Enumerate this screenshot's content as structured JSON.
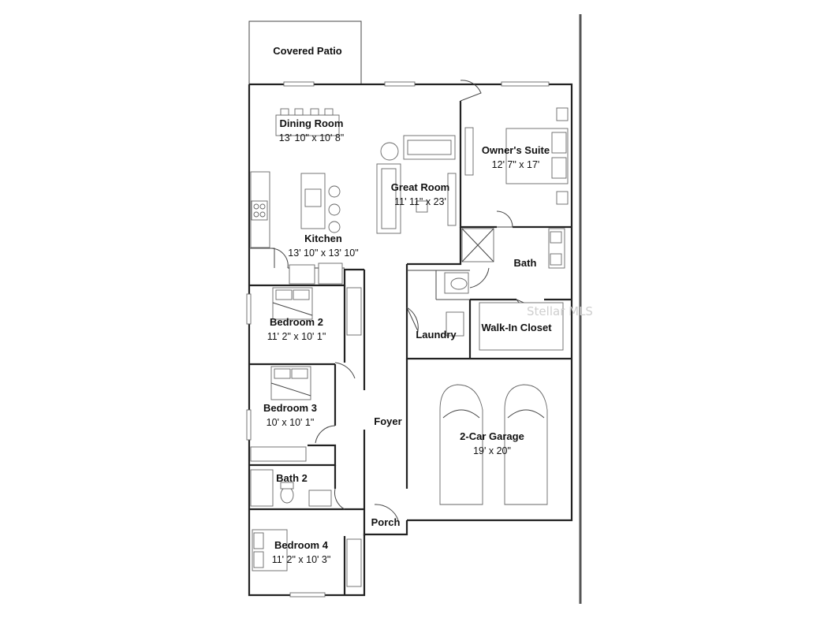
{
  "rooms": {
    "covered_patio": {
      "name": "Covered Patio"
    },
    "dining_room": {
      "name": "Dining Room",
      "size": "13' 10\" x 10' 8\""
    },
    "great_room": {
      "name": "Great Room",
      "size": "11' 11\" x 23'"
    },
    "owners_suite": {
      "name": "Owner's Suite",
      "size": "12' 7\" x 17'"
    },
    "kitchen": {
      "name": "Kitchen",
      "size": "13' 10\" x 13' 10\""
    },
    "owner_bath": {
      "name": "Bath"
    },
    "bedroom_2": {
      "name": "Bedroom 2",
      "size": "11' 2\" x 10' 1\""
    },
    "laundry": {
      "name": "Laundry"
    },
    "walk_in_closet": {
      "name": "Walk-In Closet"
    },
    "bedroom_3": {
      "name": "Bedroom 3",
      "size": "10' x 10' 1\""
    },
    "foyer": {
      "name": "Foyer"
    },
    "garage": {
      "name": "2-Car Garage",
      "size": "19' x 20\""
    },
    "bath_2": {
      "name": "Bath 2"
    },
    "porch": {
      "name": "Porch"
    },
    "bedroom_4": {
      "name": "Bedroom 4",
      "size": "11' 2\" x 10' 3\""
    }
  },
  "watermark": "Stellar MLS"
}
